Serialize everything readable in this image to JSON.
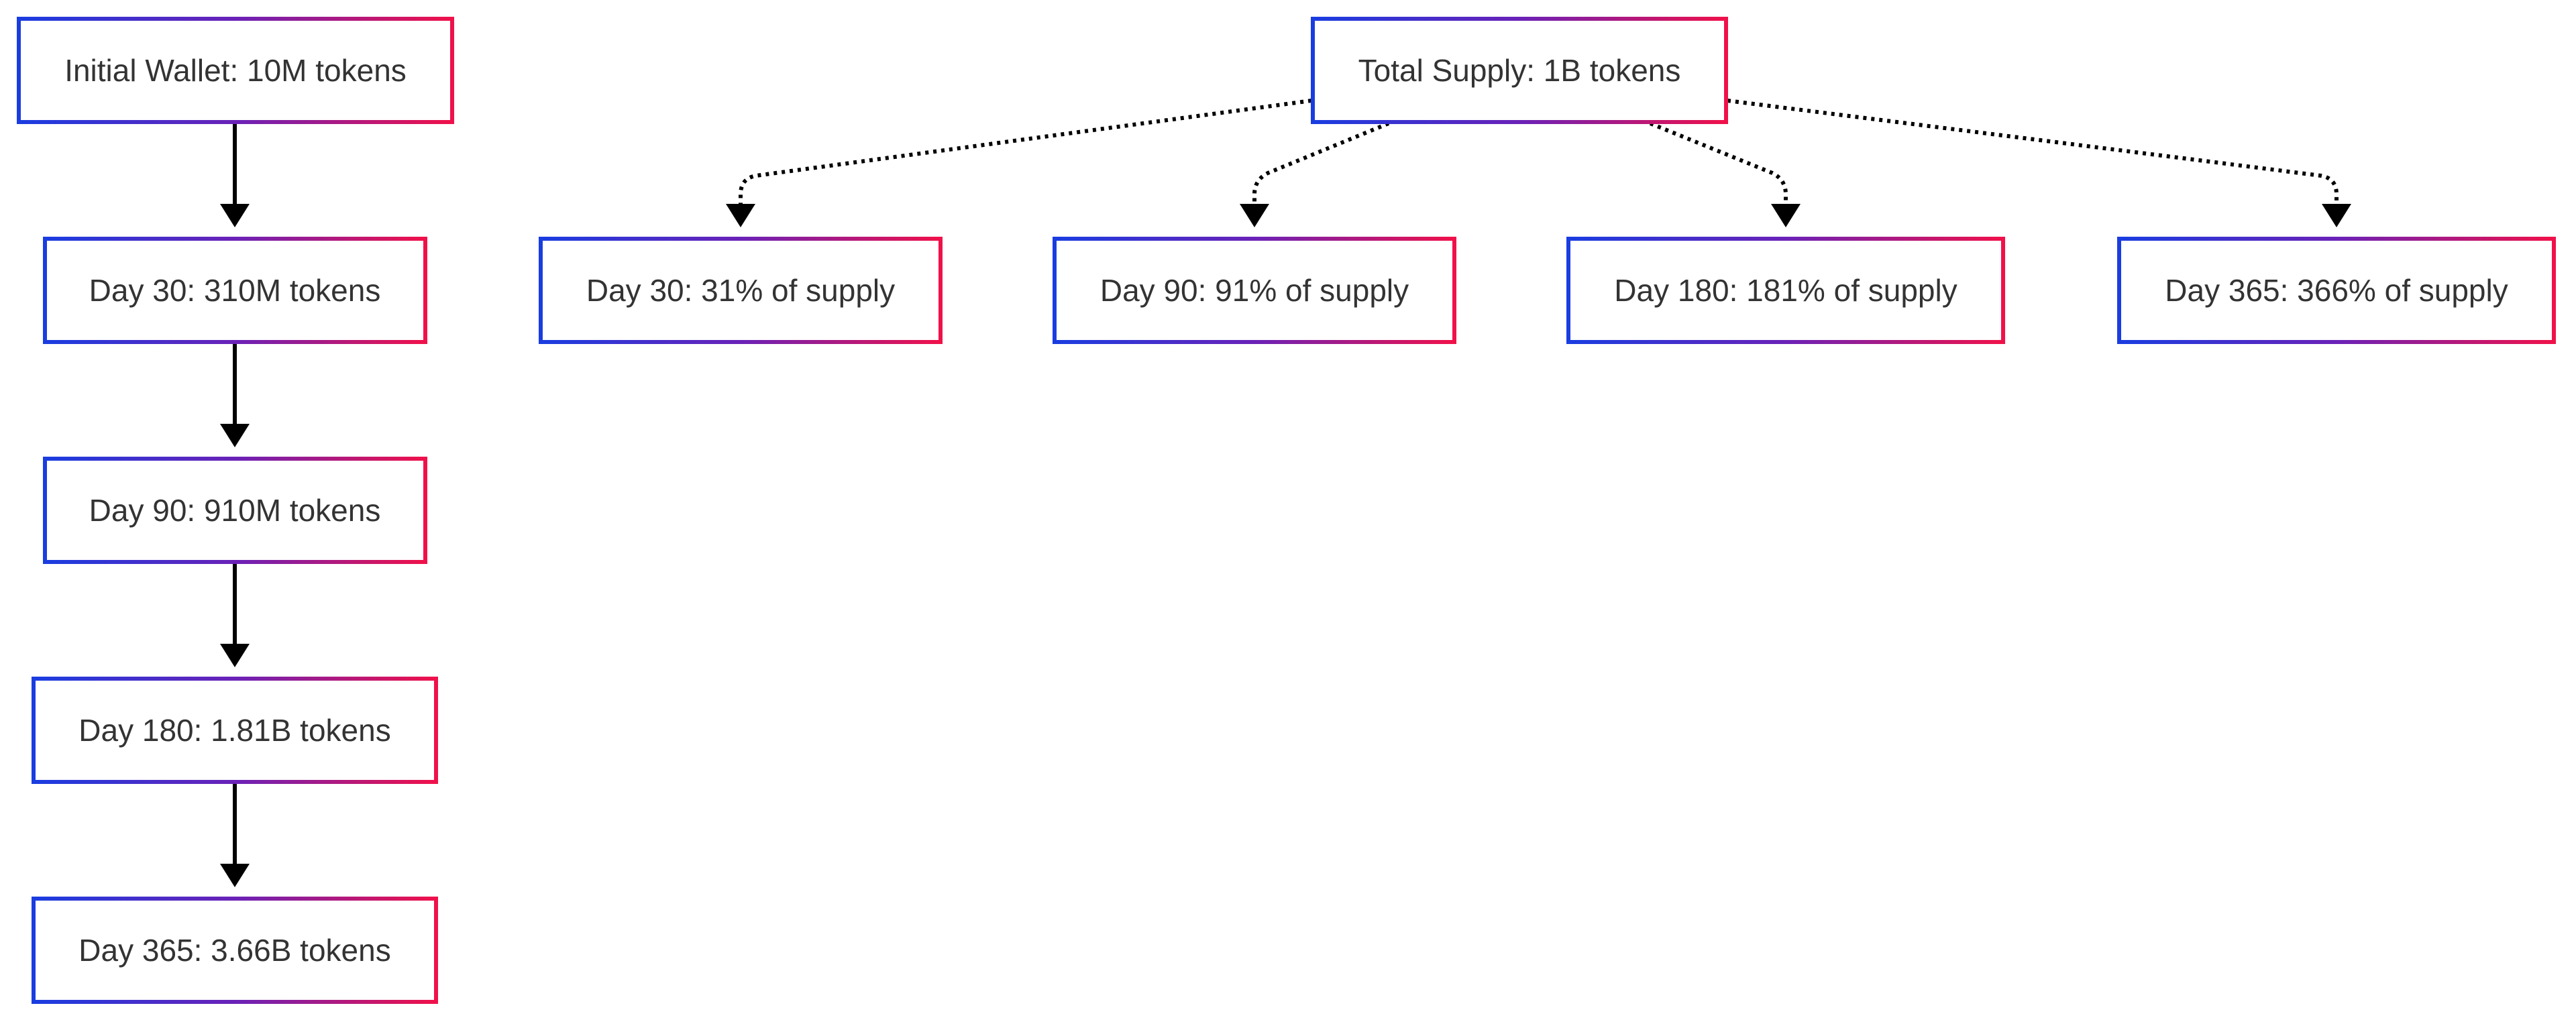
{
  "diagram": {
    "nodes": {
      "wallet_start": {
        "label": "Initial Wallet: 10M tokens"
      },
      "wallet_d30": {
        "label": "Day 30: 310M tokens"
      },
      "wallet_d90": {
        "label": "Day 90: 910M tokens"
      },
      "wallet_d180": {
        "label": "Day 180: 1.81B tokens"
      },
      "wallet_d365": {
        "label": "Day 365: 3.66B tokens"
      },
      "supply_total": {
        "label": "Total Supply: 1B tokens"
      },
      "supply_d30": {
        "label": "Day 30: 31% of supply"
      },
      "supply_d90": {
        "label": "Day 90: 91% of supply"
      },
      "supply_d180": {
        "label": "Day 180: 181% of supply"
      },
      "supply_d365": {
        "label": "Day 365: 366% of supply"
      }
    },
    "edges": [
      {
        "from": "wallet_start",
        "to": "wallet_d30",
        "style": "solid"
      },
      {
        "from": "wallet_d30",
        "to": "wallet_d90",
        "style": "solid"
      },
      {
        "from": "wallet_d90",
        "to": "wallet_d180",
        "style": "solid"
      },
      {
        "from": "wallet_d180",
        "to": "wallet_d365",
        "style": "solid"
      },
      {
        "from": "supply_total",
        "to": "supply_d30",
        "style": "dotted"
      },
      {
        "from": "supply_total",
        "to": "supply_d90",
        "style": "dotted"
      },
      {
        "from": "supply_total",
        "to": "supply_d180",
        "style": "dotted"
      },
      {
        "from": "supply_total",
        "to": "supply_d365",
        "style": "dotted"
      }
    ],
    "colors": {
      "border_gradient_start": "#1a3de0",
      "border_gradient_mid": "#6a22b8",
      "border_gradient_end": "#f0114a",
      "node_fill": "#ffffff",
      "text": "#333333",
      "edge": "#000000"
    }
  }
}
